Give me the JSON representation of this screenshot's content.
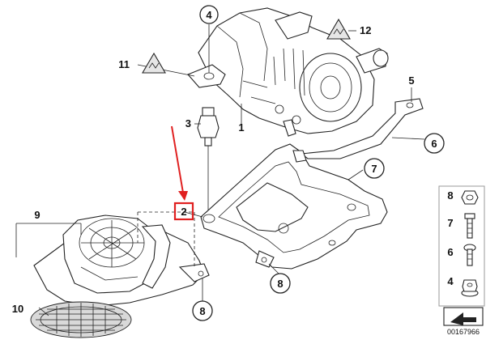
{
  "callouts": {
    "c1": "1",
    "c2": "2",
    "c3": "3",
    "c4": "4",
    "c5": "5",
    "c6": "6",
    "c7": "7",
    "c8a": "8",
    "c8b": "8",
    "c9": "9",
    "c10": "10",
    "c11": "11",
    "c12": "12"
  },
  "legend": [
    {
      "num": "8"
    },
    {
      "num": "7"
    },
    {
      "num": "6"
    },
    {
      "num": "4"
    }
  ],
  "diagram_id": "00167966",
  "colors": {
    "highlight": "#e02020",
    "line": "#222222",
    "icon_fill": "#e6e6e6"
  },
  "icons": [
    "warning-triangle-icon",
    "tool-arrow-icon"
  ]
}
